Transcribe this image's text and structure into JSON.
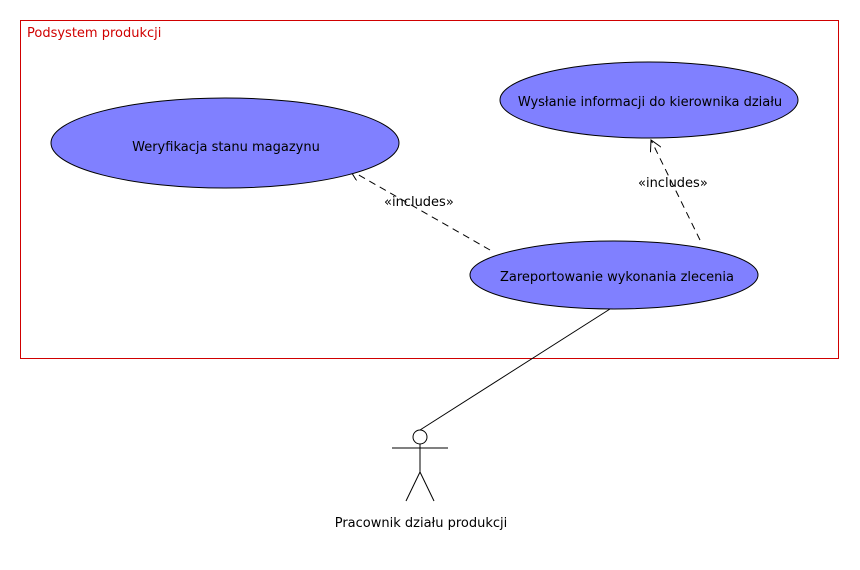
{
  "system": {
    "name": "Podsystem produkcji"
  },
  "use_cases": {
    "verify": "Weryfikacja stanu magazynu",
    "send_info": "Wysłanie informacji do kierownika działu",
    "report": "Zareportowanie wykonania zlecenia"
  },
  "relations": {
    "include_1": "«includes»",
    "include_2": "«includes»"
  },
  "actor": {
    "name": "Pracownik działu produkcji"
  },
  "colors": {
    "boundary": "#d00000",
    "use_case_fill": "#8080ff",
    "line": "#000000"
  }
}
